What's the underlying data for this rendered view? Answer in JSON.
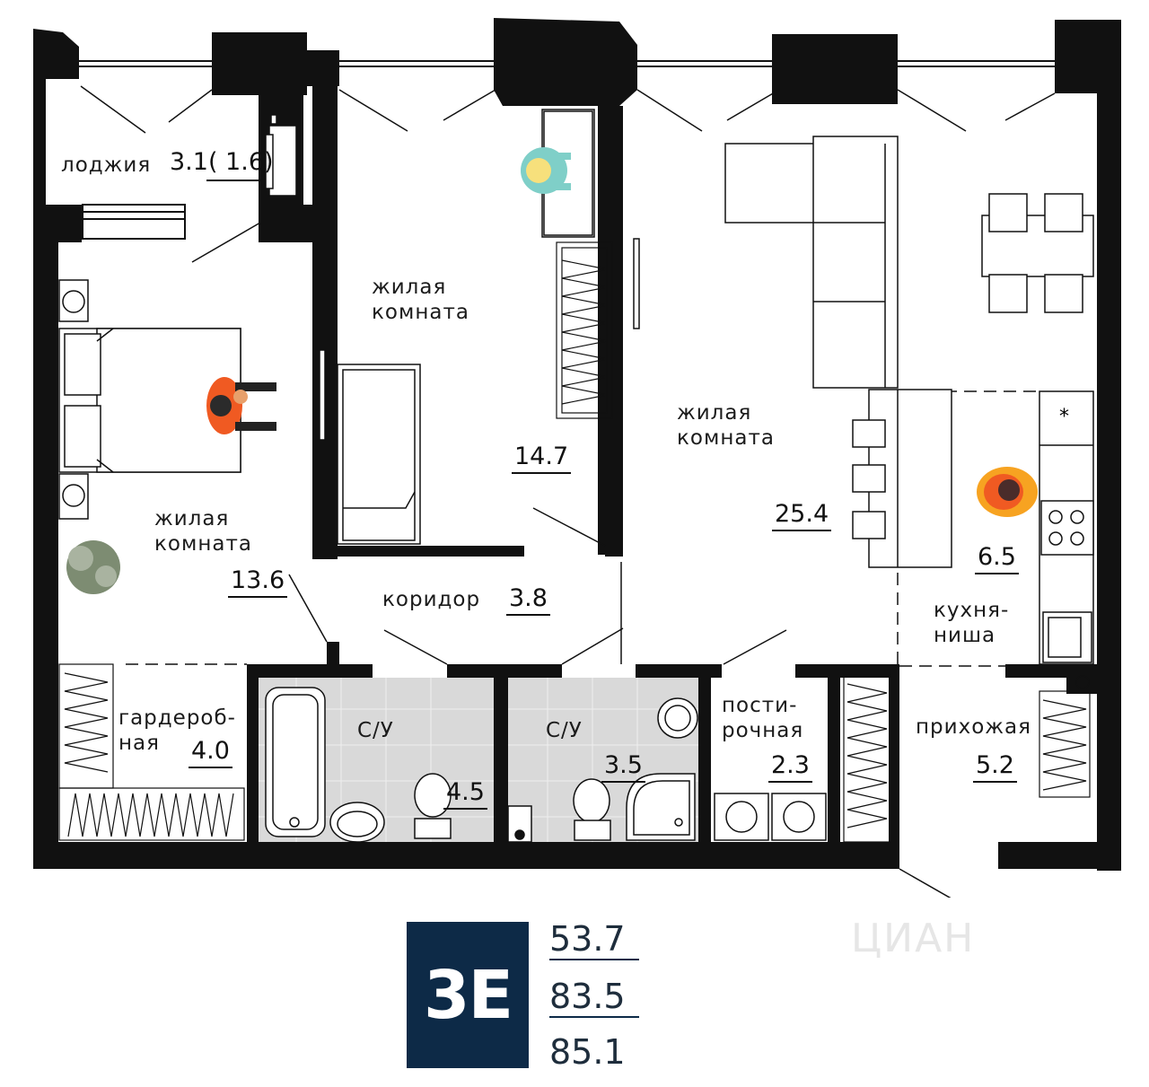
{
  "rooms": {
    "loggia": {
      "name": "лоджия",
      "area": "3.1( 1.6)"
    },
    "bedroom_left": {
      "name": "жилая\nкомната",
      "area": "13.6"
    },
    "bedroom_mid": {
      "name": "жилая\nкомната",
      "area": "14.7"
    },
    "living": {
      "name": "жилая\nкомната",
      "area": "25.4"
    },
    "kitchen": {
      "name": "кухня-\nниша",
      "area": "6.5"
    },
    "corridor": {
      "name": "коридор",
      "area": "3.8"
    },
    "wardrobe": {
      "name": "гардероб-\nная",
      "area": "4.0"
    },
    "bath1": {
      "name": "С/У",
      "area": "4.5"
    },
    "bath2": {
      "name": "С/У",
      "area": "3.5"
    },
    "laundry": {
      "name": "пости-\nрочная",
      "area": "2.3"
    },
    "hall": {
      "name": "прихожая",
      "area": "5.2"
    }
  },
  "stove_mark": "*",
  "apartment": {
    "type_code": "3Е",
    "living_area": "53.7",
    "total_area": "83.5",
    "total_with_loggia": "85.1"
  },
  "watermark": "ЦИАН",
  "colors": {
    "wall": "#111111",
    "badge": "#0d2a47",
    "wet_floor": "#d9d9d9",
    "accent_person": "#f05a22"
  }
}
